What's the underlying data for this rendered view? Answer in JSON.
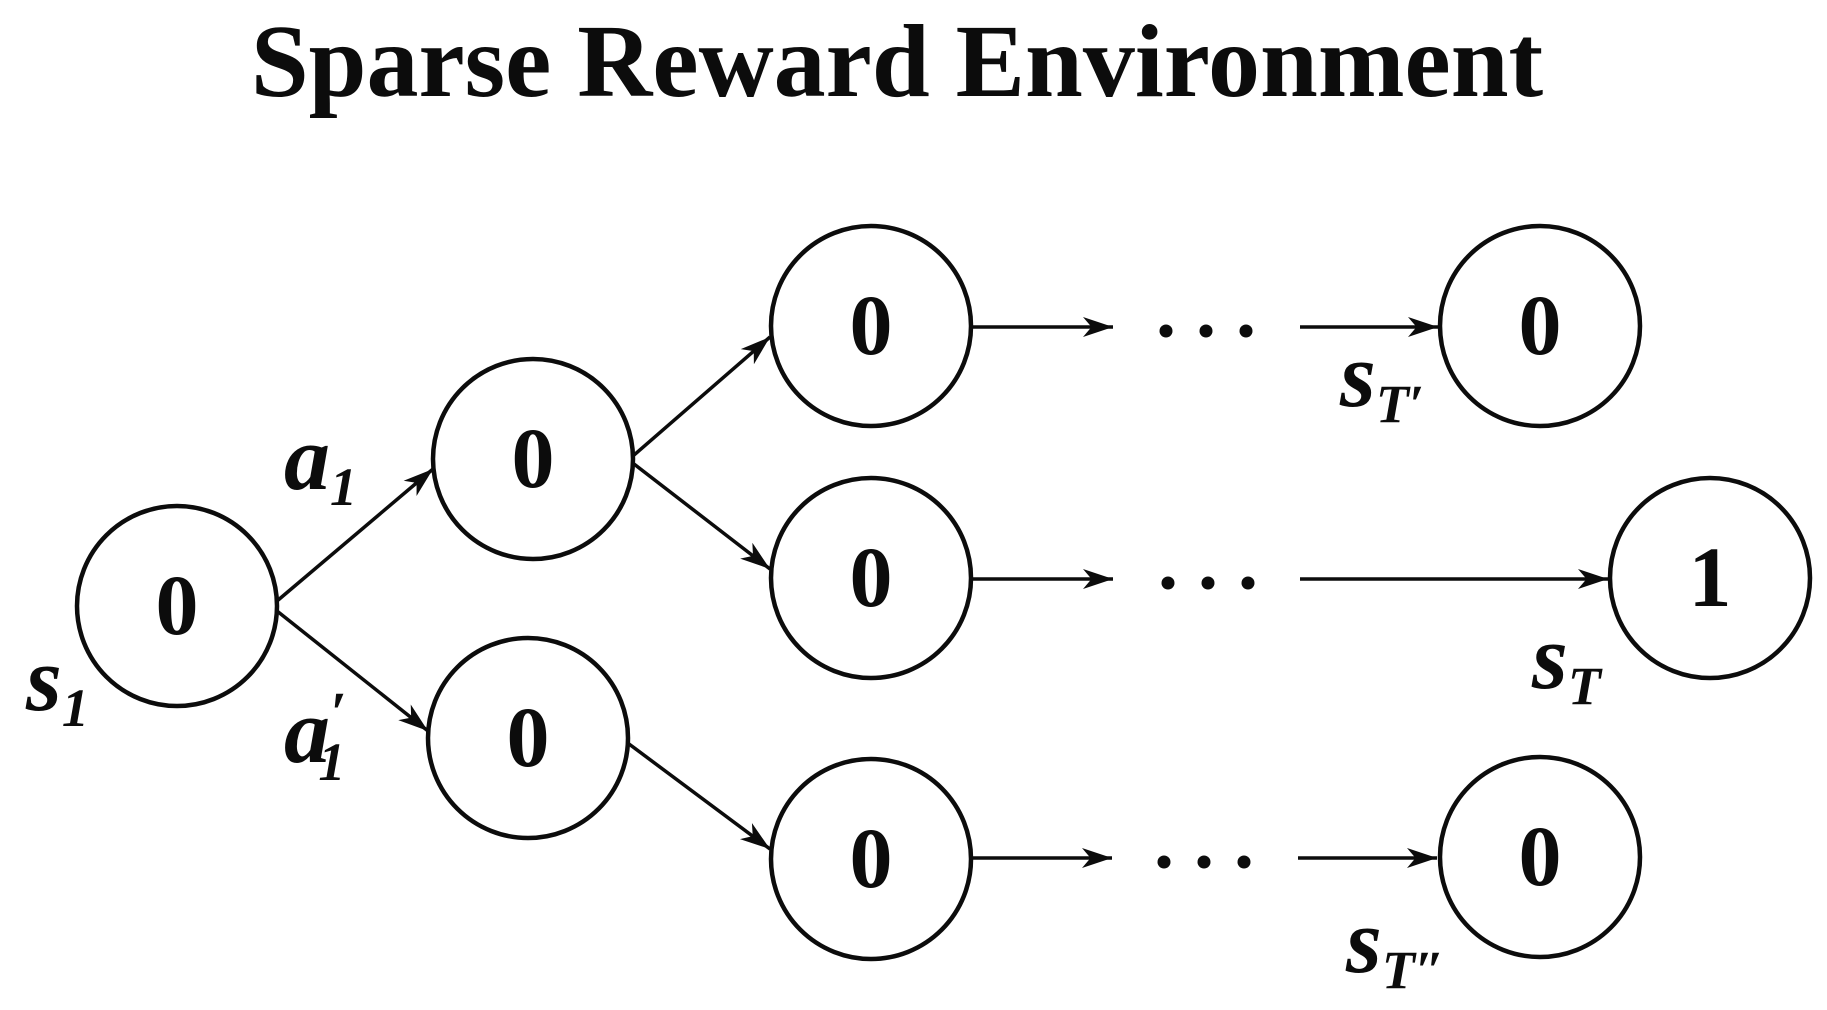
{
  "title": "Sparse Reward Environment",
  "nodes": {
    "s1": {
      "value": "0"
    },
    "branch_top": {
      "value": "0"
    },
    "branch_bottom": {
      "value": "0"
    },
    "row_top_mid": {
      "value": "0"
    },
    "row_middle_mid": {
      "value": "0"
    },
    "row_bottom_mid": {
      "value": "0"
    },
    "s_T_prime": {
      "value": "0"
    },
    "s_T": {
      "value": "1"
    },
    "s_T_double_prime": {
      "value": "0"
    }
  },
  "labels": {
    "s1": {
      "base": "s",
      "sub": "1"
    },
    "a1": {
      "base": "a",
      "sub": "1"
    },
    "a1_prime": {
      "base": "a",
      "prime": "′",
      "sub": "1"
    },
    "s_T_prime": {
      "base": "s",
      "sub": "T′"
    },
    "s_T": {
      "base": "s",
      "sub": "T"
    },
    "s_T_double_prime": {
      "base": "s",
      "sub": "T″"
    }
  }
}
